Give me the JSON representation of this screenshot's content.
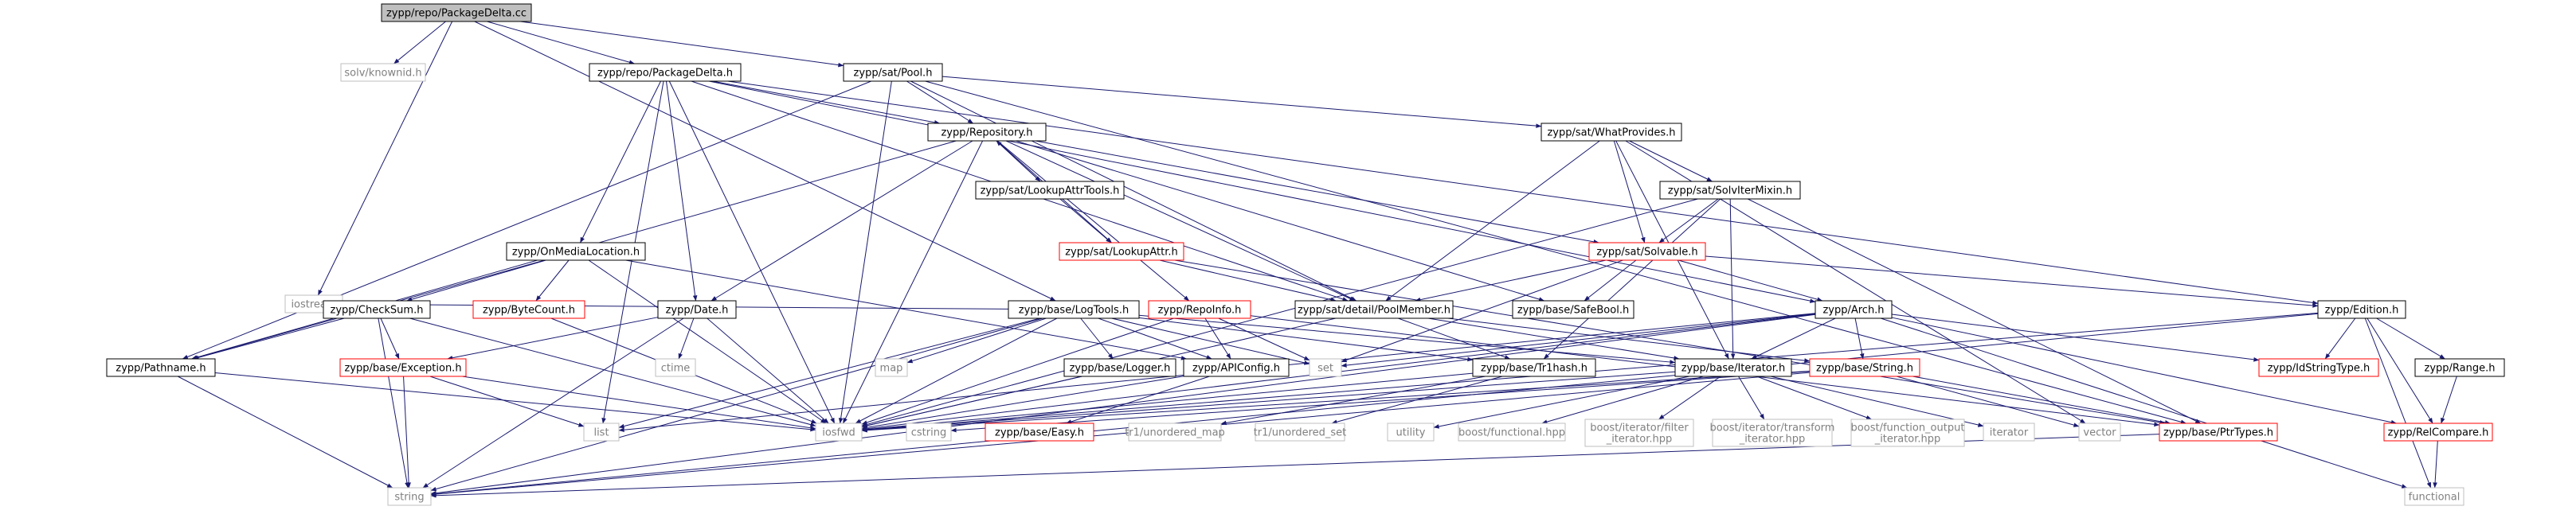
{
  "colors": {
    "root_fill": "#bfbfbf",
    "edge": "#191970",
    "missing_border": "#ff0000",
    "system_border": "#bfbfbf",
    "system_text": "#808080"
  },
  "nodes": [
    {
      "id": "root",
      "label": "zypp/repo/PackageDelta.cc",
      "kind": "root"
    },
    {
      "id": "knownid",
      "label": "solv/knownid.h",
      "kind": "system"
    },
    {
      "id": "repoPD",
      "label": "zypp/repo/PackageDelta.h",
      "kind": "normal"
    },
    {
      "id": "pool",
      "label": "zypp/sat/Pool.h",
      "kind": "normal"
    },
    {
      "id": "iostream",
      "label": "iostream",
      "kind": "system"
    },
    {
      "id": "repository",
      "label": "zypp/Repository.h",
      "kind": "normal"
    },
    {
      "id": "whatprov",
      "label": "zypp/sat/WhatProvides.h",
      "kind": "normal"
    },
    {
      "id": "lat",
      "label": "zypp/sat/LookupAttrTools.h",
      "kind": "normal"
    },
    {
      "id": "solvmixin",
      "label": "zypp/sat/SolvIterMixin.h",
      "kind": "normal"
    },
    {
      "id": "la",
      "label": "zypp/sat/LookupAttr.h",
      "kind": "missing"
    },
    {
      "id": "solvable",
      "label": "zypp/sat/Solvable.h",
      "kind": "missing"
    },
    {
      "id": "oml",
      "label": "zypp/OnMediaLocation.h",
      "kind": "normal"
    },
    {
      "id": "checksum",
      "label": "zypp/CheckSum.h",
      "kind": "normal"
    },
    {
      "id": "bytecount",
      "label": "zypp/ByteCount.h",
      "kind": "missing"
    },
    {
      "id": "date",
      "label": "zypp/Date.h",
      "kind": "normal"
    },
    {
      "id": "logtools",
      "label": "zypp/base/LogTools.h",
      "kind": "normal"
    },
    {
      "id": "repoinfo",
      "label": "zypp/RepoInfo.h",
      "kind": "missing"
    },
    {
      "id": "poolmember",
      "label": "zypp/sat/detail/PoolMember.h",
      "kind": "normal"
    },
    {
      "id": "safebool",
      "label": "zypp/base/SafeBool.h",
      "kind": "normal"
    },
    {
      "id": "arch",
      "label": "zypp/Arch.h",
      "kind": "normal"
    },
    {
      "id": "edition",
      "label": "zypp/Edition.h",
      "kind": "normal"
    },
    {
      "id": "pathname",
      "label": "zypp/Pathname.h",
      "kind": "normal"
    },
    {
      "id": "exception",
      "label": "zypp/base/Exception.h",
      "kind": "missing"
    },
    {
      "id": "ctime",
      "label": "ctime",
      "kind": "system"
    },
    {
      "id": "map",
      "label": "map",
      "kind": "system"
    },
    {
      "id": "logger",
      "label": "zypp/base/Logger.h",
      "kind": "normal"
    },
    {
      "id": "apiconfig",
      "label": "zypp/APIConfig.h",
      "kind": "normal"
    },
    {
      "id": "set",
      "label": "set",
      "kind": "system"
    },
    {
      "id": "tr1hash",
      "label": "zypp/base/Tr1hash.h",
      "kind": "normal"
    },
    {
      "id": "iterator",
      "label": "zypp/base/Iterator.h",
      "kind": "normal"
    },
    {
      "id": "string_h",
      "label": "zypp/base/String.h",
      "kind": "missing"
    },
    {
      "id": "idstring",
      "label": "zypp/IdStringType.h",
      "kind": "missing"
    },
    {
      "id": "range",
      "label": "zypp/Range.h",
      "kind": "normal"
    },
    {
      "id": "list",
      "label": "list",
      "kind": "system"
    },
    {
      "id": "iosfwd",
      "label": "iosfwd",
      "kind": "system"
    },
    {
      "id": "cstring",
      "label": "cstring",
      "kind": "system"
    },
    {
      "id": "easy",
      "label": "zypp/base/Easy.h",
      "kind": "missing"
    },
    {
      "id": "umap",
      "label": "tr1/unordered_map",
      "kind": "system"
    },
    {
      "id": "uset",
      "label": "tr1/unordered_set",
      "kind": "system"
    },
    {
      "id": "utility",
      "label": "utility",
      "kind": "system"
    },
    {
      "id": "bfunc",
      "label": "boost/functional.hpp",
      "kind": "system"
    },
    {
      "id": "bfilter",
      "label": "boost/iterator/filter\n_iterator.hpp",
      "kind": "system"
    },
    {
      "id": "btransform",
      "label": "boost/iterator/transform\n_iterator.hpp",
      "kind": "system"
    },
    {
      "id": "bfuncout",
      "label": "boost/function_output\n_iterator.hpp",
      "kind": "system"
    },
    {
      "id": "iterator_std",
      "label": "iterator",
      "kind": "system"
    },
    {
      "id": "vector",
      "label": "vector",
      "kind": "system"
    },
    {
      "id": "ptrtypes",
      "label": "zypp/base/PtrTypes.h",
      "kind": "missing"
    },
    {
      "id": "relcompare",
      "label": "zypp/RelCompare.h",
      "kind": "missing"
    },
    {
      "id": "string",
      "label": "string",
      "kind": "system"
    },
    {
      "id": "functional",
      "label": "functional",
      "kind": "system"
    }
  ],
  "edges": [
    [
      "root",
      "knownid"
    ],
    [
      "root",
      "repoPD"
    ],
    [
      "root",
      "pool"
    ],
    [
      "root",
      "iostream"
    ],
    [
      "root",
      "logtools"
    ],
    [
      "repoPD",
      "repository"
    ],
    [
      "repoPD",
      "oml"
    ],
    [
      "repoPD",
      "date"
    ],
    [
      "repoPD",
      "arch"
    ],
    [
      "repoPD",
      "edition"
    ],
    [
      "repoPD",
      "iosfwd"
    ],
    [
      "repoPD",
      "list"
    ],
    [
      "repoPD",
      "poolmember"
    ],
    [
      "pool",
      "repository"
    ],
    [
      "pool",
      "whatprov"
    ],
    [
      "pool",
      "poolmember"
    ],
    [
      "pool",
      "iosfwd"
    ],
    [
      "pool",
      "pathname"
    ],
    [
      "pool",
      "ptrtypes"
    ],
    [
      "repository",
      "lat"
    ],
    [
      "repository",
      "la"
    ],
    [
      "repository",
      "solvable"
    ],
    [
      "repository",
      "poolmember"
    ],
    [
      "repository",
      "date"
    ],
    [
      "repository",
      "pathname"
    ],
    [
      "repository",
      "iosfwd"
    ],
    [
      "repository",
      "safebool"
    ],
    [
      "repository",
      "repoinfo"
    ],
    [
      "lat",
      "la"
    ],
    [
      "lat",
      "repository"
    ],
    [
      "la",
      "poolmember"
    ],
    [
      "la",
      "ptrtypes"
    ],
    [
      "whatprov",
      "solvmixin"
    ],
    [
      "whatprov",
      "solvable"
    ],
    [
      "whatprov",
      "poolmember"
    ],
    [
      "whatprov",
      "iterator"
    ],
    [
      "whatprov",
      "vector"
    ],
    [
      "solvmixin",
      "solvable"
    ],
    [
      "solvmixin",
      "iterator"
    ],
    [
      "solvmixin",
      "tr1hash"
    ],
    [
      "solvmixin",
      "ptrtypes"
    ],
    [
      "solvmixin",
      "iosfwd"
    ],
    [
      "solvable",
      "poolmember"
    ],
    [
      "solvable",
      "safebool"
    ],
    [
      "solvable",
      "arch"
    ],
    [
      "solvable",
      "edition"
    ],
    [
      "solvable",
      "set"
    ],
    [
      "oml",
      "checksum"
    ],
    [
      "oml",
      "bytecount"
    ],
    [
      "oml",
      "pathname"
    ],
    [
      "oml",
      "iosfwd"
    ],
    [
      "oml",
      "apiconfig"
    ],
    [
      "checksum",
      "pathname"
    ],
    [
      "checksum",
      "exception"
    ],
    [
      "checksum",
      "iosfwd"
    ],
    [
      "checksum",
      "string"
    ],
    [
      "bytecount",
      "iosfwd"
    ],
    [
      "date",
      "exception"
    ],
    [
      "date",
      "ctime"
    ],
    [
      "date",
      "iosfwd"
    ],
    [
      "date",
      "string"
    ],
    [
      "exception",
      "list"
    ],
    [
      "exception",
      "iosfwd"
    ],
    [
      "exception",
      "string"
    ],
    [
      "pathname",
      "iosfwd"
    ],
    [
      "pathname",
      "string"
    ],
    [
      "logtools",
      "iostream"
    ],
    [
      "logtools",
      "map"
    ],
    [
      "logtools",
      "set"
    ],
    [
      "logtools",
      "logger"
    ],
    [
      "logtools",
      "apiconfig"
    ],
    [
      "logtools",
      "iterator"
    ],
    [
      "logtools",
      "tr1hash"
    ],
    [
      "logtools",
      "list"
    ],
    [
      "logtools",
      "string"
    ],
    [
      "logtools",
      "iosfwd"
    ],
    [
      "repoinfo",
      "set"
    ],
    [
      "repoinfo",
      "apiconfig"
    ],
    [
      "repoinfo",
      "iosfwd"
    ],
    [
      "repoinfo",
      "ptrtypes"
    ],
    [
      "logger",
      "iosfwd"
    ],
    [
      "apiconfig",
      "iosfwd"
    ],
    [
      "apiconfig",
      "easy"
    ],
    [
      "poolmember",
      "iosfwd"
    ],
    [
      "poolmember",
      "string_h"
    ],
    [
      "poolmember",
      "tr1hash"
    ],
    [
      "poolmember",
      "iterator"
    ],
    [
      "tr1hash",
      "umap"
    ],
    [
      "tr1hash",
      "uset"
    ],
    [
      "tr1hash",
      "iosfwd"
    ],
    [
      "iterator",
      "bfunc"
    ],
    [
      "iterator",
      "bfilter"
    ],
    [
      "iterator",
      "btransform"
    ],
    [
      "iterator",
      "bfuncout"
    ],
    [
      "iterator",
      "iterator_std"
    ],
    [
      "iterator",
      "utility"
    ],
    [
      "iterator",
      "iosfwd"
    ],
    [
      "string_h",
      "cstring"
    ],
    [
      "string_h",
      "iosfwd"
    ],
    [
      "string_h",
      "vector"
    ],
    [
      "string_h",
      "string"
    ],
    [
      "string_h",
      "ptrtypes"
    ],
    [
      "arch",
      "iterator"
    ],
    [
      "arch",
      "string_h"
    ],
    [
      "arch",
      "idstring"
    ],
    [
      "arch",
      "relcompare"
    ],
    [
      "arch",
      "set"
    ],
    [
      "arch",
      "string"
    ],
    [
      "arch",
      "functional"
    ],
    [
      "arch",
      "iosfwd"
    ],
    [
      "arch",
      "list"
    ],
    [
      "edition",
      "idstring"
    ],
    [
      "edition",
      "range"
    ],
    [
      "edition",
      "relcompare"
    ],
    [
      "edition",
      "functional"
    ],
    [
      "edition",
      "string"
    ],
    [
      "edition",
      "iosfwd"
    ],
    [
      "range",
      "relcompare"
    ],
    [
      "relcompare",
      "functional"
    ],
    [
      "ptrtypes",
      "string"
    ]
  ]
}
